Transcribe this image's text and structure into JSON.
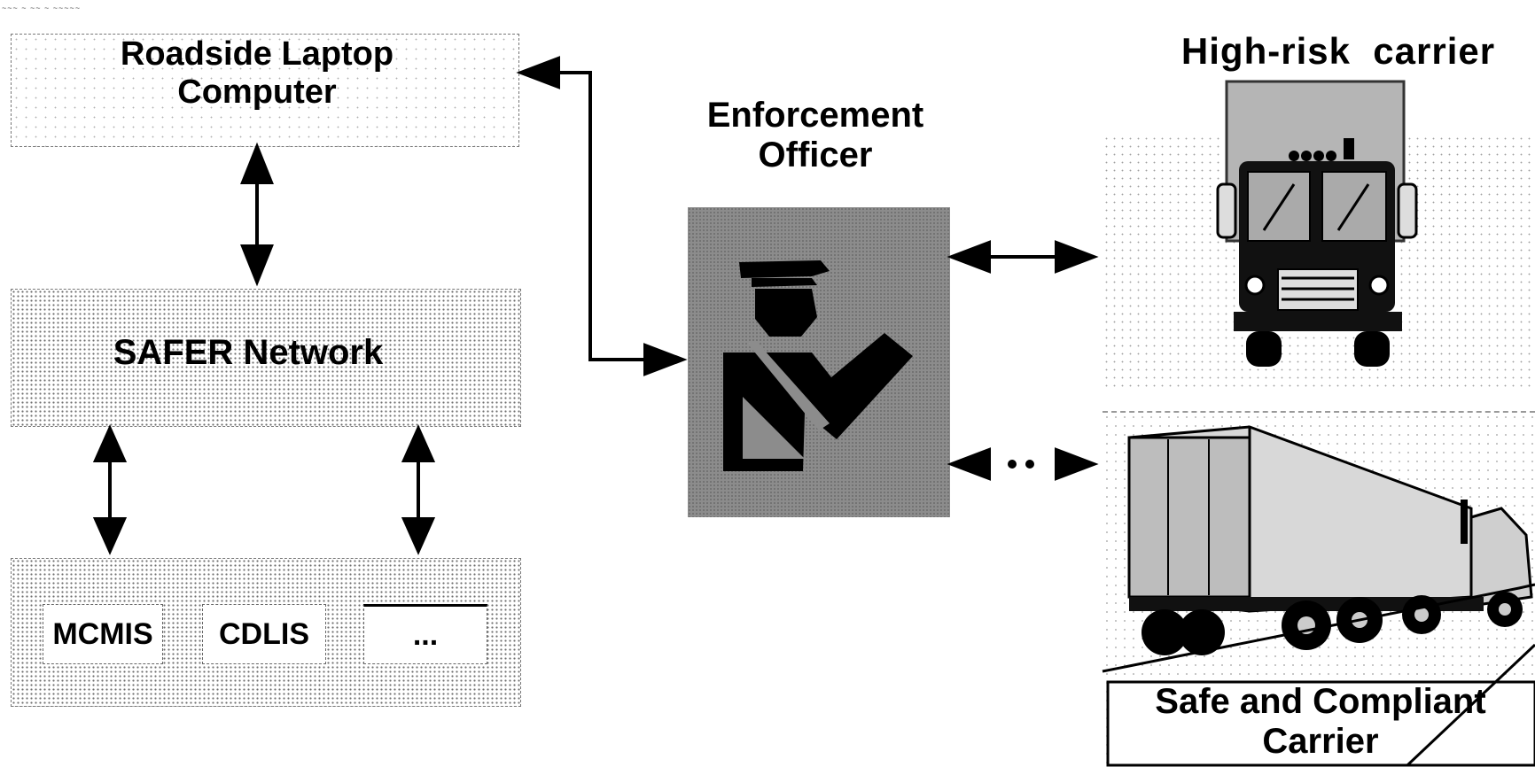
{
  "laptop": {
    "label": "Roadside Laptop\nComputer"
  },
  "safer": {
    "label": "SAFER Network"
  },
  "databases": [
    "MCMIS",
    "CDLIS",
    "..."
  ],
  "officer": {
    "label": "Enforcement\nOfficer",
    "icon": "police-officer-icon"
  },
  "high_risk": {
    "label": "High-risk  carrier",
    "icon": "truck-front-icon"
  },
  "safe": {
    "label": "Safe and Compliant\nCarrier",
    "icon": "semi-truck-icon"
  },
  "colors": {
    "panel_gray": "#8c8c8c",
    "ink": "#000000",
    "speckle": "#8a8a8a"
  }
}
